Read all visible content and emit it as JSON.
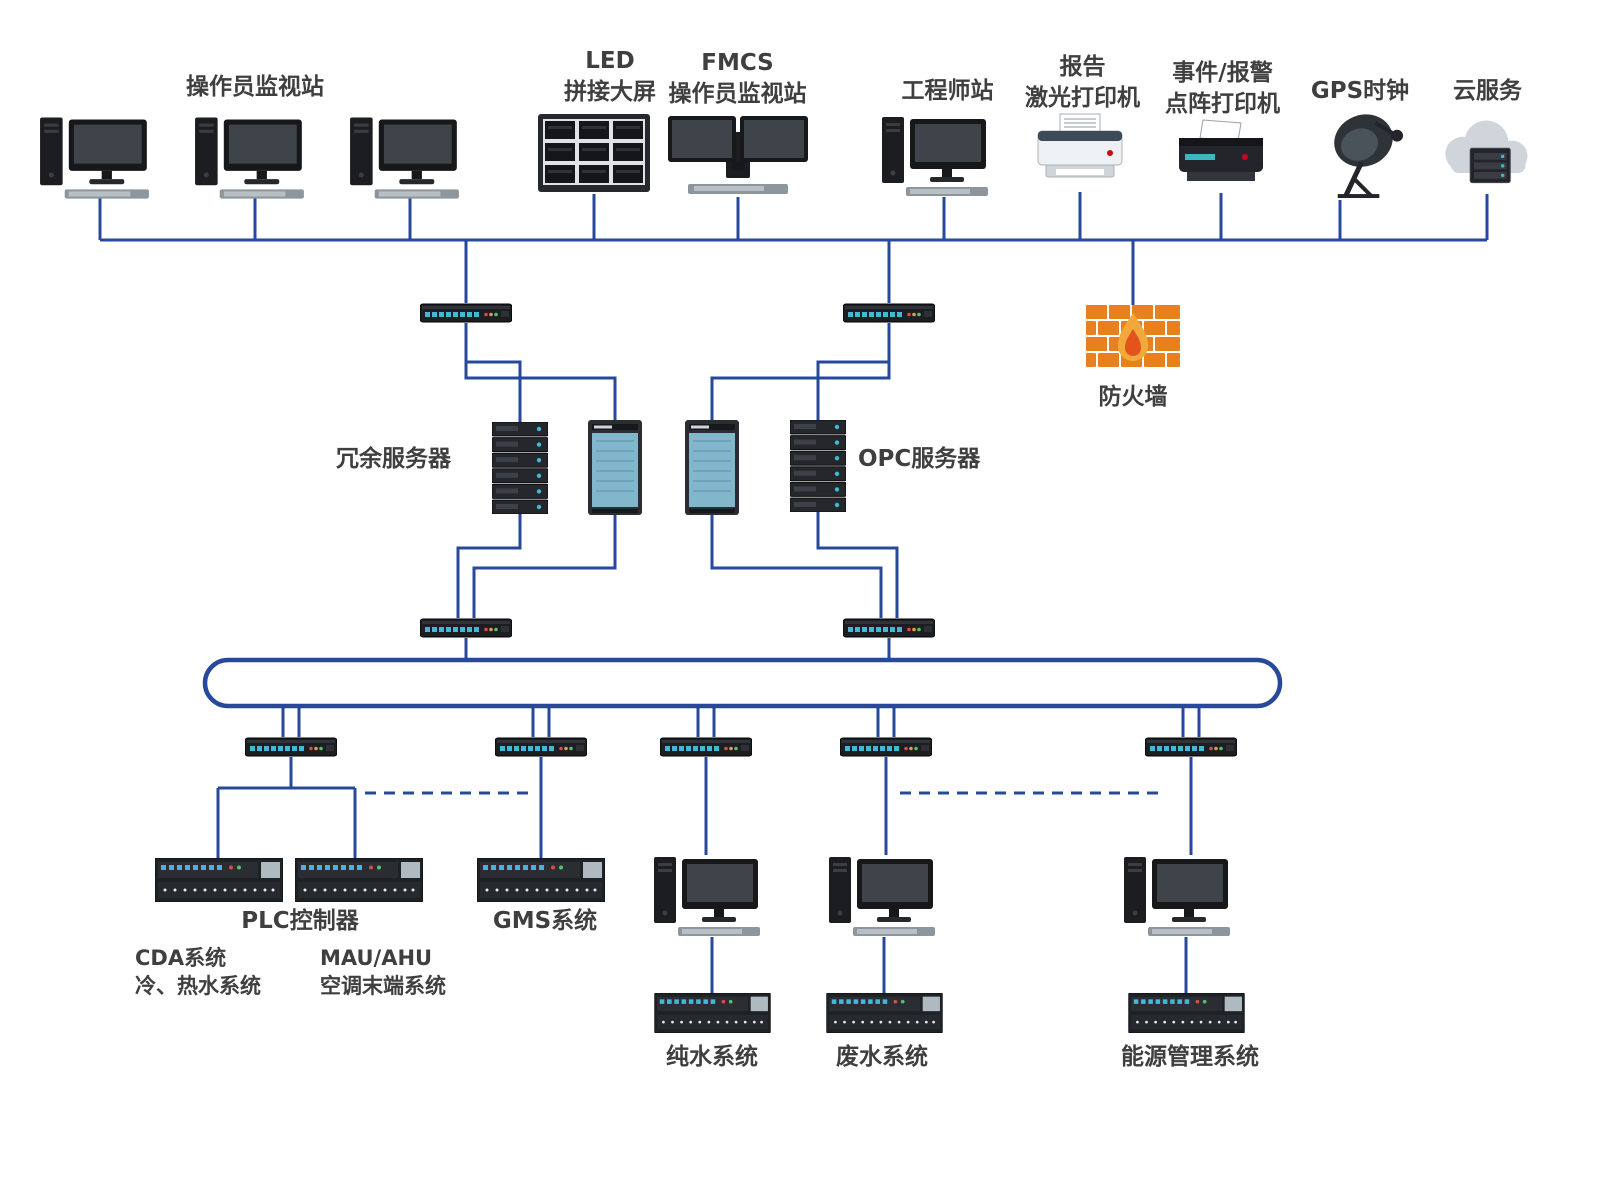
{
  "diagram": {
    "labels": {
      "operator_stations": "操作员监视站",
      "led_wall_1": "LED",
      "led_wall_2": "拼接大屏",
      "fmcs_1": "FMCS",
      "fmcs_2": "操作员监视站",
      "engineer_station": "工程师站",
      "report_printer_1": "报告",
      "report_printer_2": "激光打印机",
      "event_printer_1": "事件/报警",
      "event_printer_2": "点阵打印机",
      "gps_clock": "GPS时钟",
      "cloud_service": "云服务",
      "firewall": "防火墙",
      "redundant_server": "冗余服务器",
      "opc_server": "OPC服务器",
      "plc_controller": "PLC控制器",
      "cda_1": "CDA系统",
      "cda_2": "冷、热水系统",
      "mau_1": "MAU/AHU",
      "mau_2": "空调末端系统",
      "gms_system": "GMS系统",
      "pure_water": "纯水系统",
      "waste_water": "废水系统",
      "energy_management": "能源管理系统"
    },
    "icons": {
      "workstation": "desktop-workstation-icon",
      "dual_workstation": "dual-monitor-workstation-icon",
      "video_wall": "led-video-wall-icon",
      "laser_printer": "laser-printer-icon",
      "dot_matrix_printer": "dot-matrix-printer-icon",
      "gps_antenna": "satellite-dish-icon",
      "cloud_server": "cloud-server-icon",
      "network_switch": "network-switch-icon",
      "server_stack": "rack-server-stack-icon",
      "tower_server": "tower-server-icon",
      "firewall": "brick-firewall-flame-icon",
      "plc_rack": "plc-io-rack-icon",
      "ring": "ring-network-bus"
    },
    "colors": {
      "line": "#27489b",
      "label": "#3f3f3f",
      "firewall_brick": "#e8801e",
      "flame_outer": "#f2a93b",
      "flame_inner": "#e3541c",
      "server_panel": "#82b7cb",
      "switch_port": "#41b9d6"
    }
  }
}
